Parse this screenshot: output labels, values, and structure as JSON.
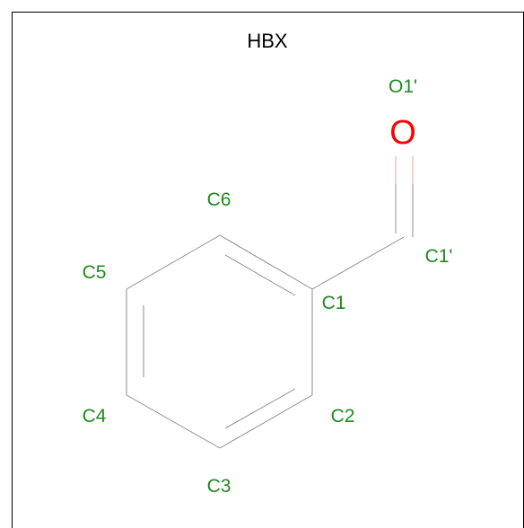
{
  "title": "HBX",
  "atom_labels": {
    "o1p": "O1'",
    "c1p": "C1'",
    "c1": "C1",
    "c2": "C2",
    "c3": "C3",
    "c4": "C4",
    "c5": "C5",
    "c6": "C6"
  },
  "symbols": {
    "oxygen": "O"
  },
  "colors": {
    "label": "#1e8a1e",
    "oxygen": "#ff0000",
    "oxygen_bond": "#e8a0a0",
    "bond": "#8c8c8c",
    "frame": "#000000"
  }
}
